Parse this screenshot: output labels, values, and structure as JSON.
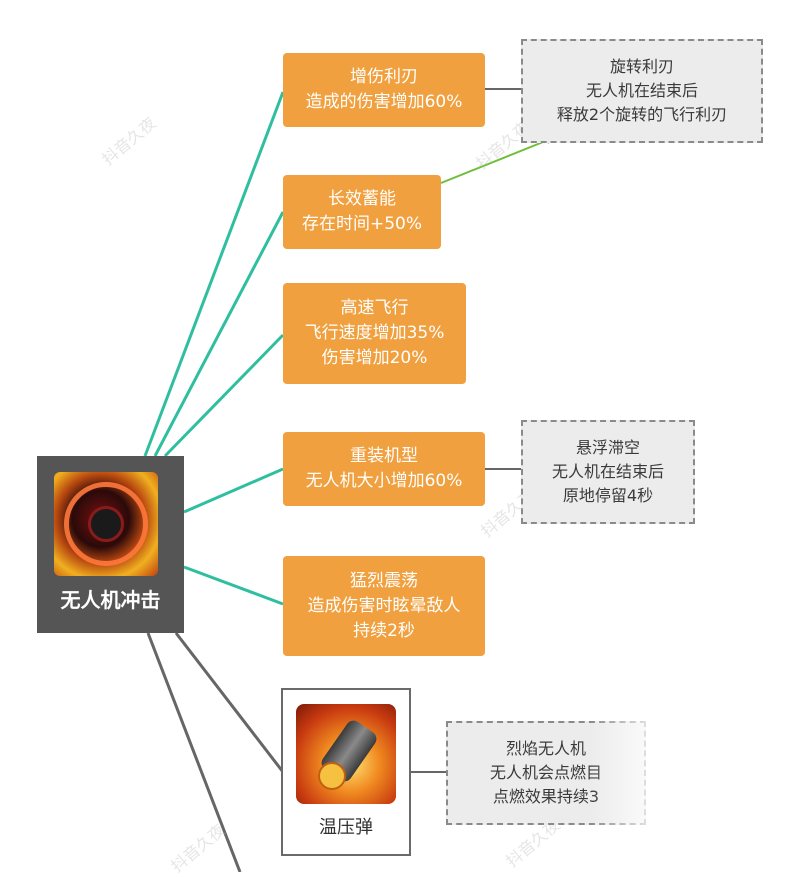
{
  "diagram": {
    "root": {
      "title": "无人机冲击",
      "icon": "drone-strike-icon"
    },
    "watermark": "抖音久夜",
    "branches": [
      {
        "lines": [
          "增伤利刃",
          "造成的伤害增加60%"
        ]
      },
      {
        "lines": [
          "长效蓄能",
          "存在时间+50%"
        ]
      },
      {
        "lines": [
          "高速飞行",
          "飞行速度增加35%",
          "伤害增加20%"
        ]
      },
      {
        "lines": [
          "重装机型",
          "无人机大小增加60%"
        ]
      },
      {
        "lines": [
          "猛烈震荡",
          "造成伤害时眩晕敌人",
          "持续2秒"
        ]
      }
    ],
    "upgrades": [
      {
        "lines": [
          "旋转利刃",
          "无人机在结束后",
          "释放2个旋转的飞行利刃"
        ]
      },
      {
        "lines": [
          "悬浮滞空",
          "无人机在结束后",
          "原地停留4秒"
        ]
      },
      {
        "lines": [
          "烈焰无人机",
          "无人机会点燃目",
          "点燃效果持续3"
        ]
      }
    ],
    "item": {
      "label": "温压弹",
      "icon": "thermobaric-shell-icon"
    },
    "colors": {
      "branch_box": "#f0a03e",
      "teal_line": "#2fbfa0",
      "gray_line": "#666666",
      "green_arrow": "#6dbf3a",
      "root_bg": "#555555"
    }
  }
}
